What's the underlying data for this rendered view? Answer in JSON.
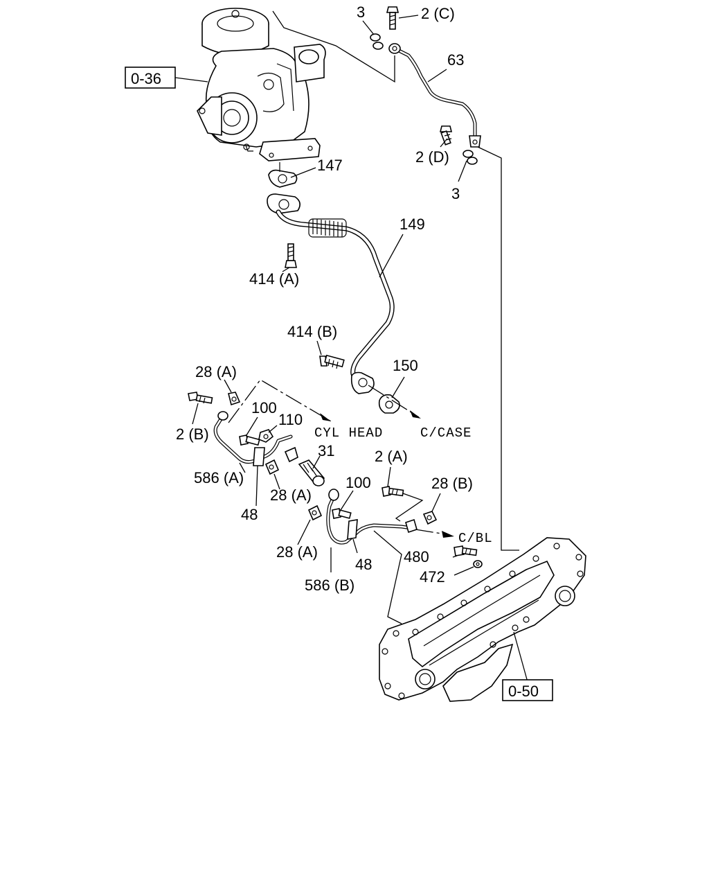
{
  "ref_boxes": {
    "upper": "0-36",
    "lower": "0-50"
  },
  "callouts": {
    "c3_top": "3",
    "c2c": "2 (C)",
    "c63": "63",
    "c2d": "2 (D)",
    "c3_mid": "3",
    "c147": "147",
    "c149": "149",
    "c414a": "414 (A)",
    "c414b": "414 (B)",
    "c150": "150",
    "c28a_1": "28 (A)",
    "c2b": "2 (B)",
    "c100_1": "100",
    "c110": "110",
    "c586a": "586 (A)",
    "c31": "31",
    "c28a_2": "28 (A)",
    "c48_1": "48",
    "c2a": "2 (A)",
    "c28b": "28 (B)",
    "c100_2": "100",
    "c28a_3": "28 (A)",
    "c48_2": "48",
    "c480": "480",
    "c472": "472",
    "c586b": "586 (B)"
  },
  "destinations": {
    "cyl_head": "CYL HEAD",
    "c_case": "C/CASE",
    "c_bl": "C/BL"
  }
}
